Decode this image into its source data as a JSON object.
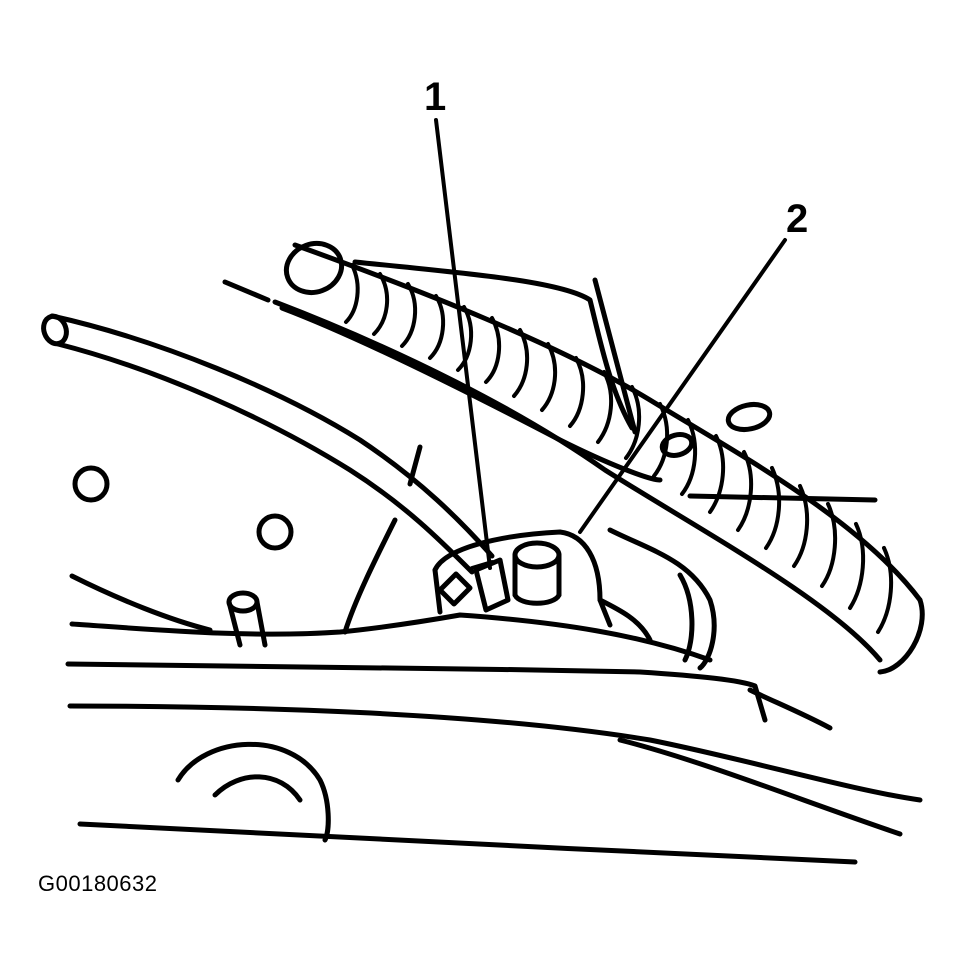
{
  "callouts": [
    {
      "id": "1",
      "label": "1"
    },
    {
      "id": "2",
      "label": "2"
    }
  ],
  "figure_id": "G00180632",
  "colors": {
    "ink": "#000000",
    "background": "#ffffff"
  }
}
